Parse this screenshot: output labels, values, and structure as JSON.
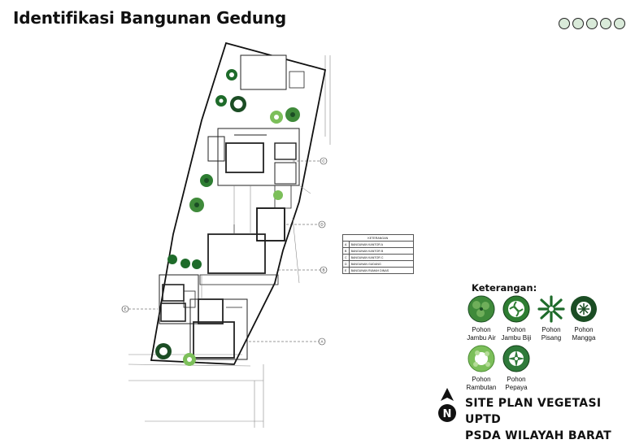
{
  "header": {
    "title": "Identifikasi Bangunan Gedung",
    "page_dots": 5
  },
  "plan": {
    "table_title": "KETERANGAN",
    "buildings": [
      {
        "code": "A",
        "name": "BANGUNAN KANTOR A"
      },
      {
        "code": "B",
        "name": "BANGUNAN KANTOR B"
      },
      {
        "code": "C",
        "name": "BANGUNAN KANTOR C"
      },
      {
        "code": "D",
        "name": "BANGUNAN GUDANG"
      },
      {
        "code": "E",
        "name": "BANGUNAN RUMAH DINAS"
      }
    ],
    "markers": [
      "C",
      "D",
      "B",
      "E",
      "A"
    ]
  },
  "legend": {
    "title": "Keterangan:",
    "trees": [
      {
        "line1": "Pohon",
        "line2": "Jambu Air",
        "color": "#3f8a3a",
        "icon": "jambu-air-tree-icon"
      },
      {
        "line1": "Pohon",
        "line2": "Jambu Biji",
        "color": "#2e7d32",
        "icon": "jambu-biji-tree-icon"
      },
      {
        "line1": "Pohon",
        "line2": "Pisang",
        "color": "#1e6b2a",
        "icon": "pisang-tree-icon"
      },
      {
        "line1": "Pohon",
        "line2": "Mangga",
        "color": "#1b4d24",
        "icon": "mangga-tree-icon"
      },
      {
        "line1": "Pohon",
        "line2": "Rambutan",
        "color": "#7cbf5a",
        "icon": "rambutan-tree-icon"
      },
      {
        "line1": "Pohon",
        "line2": "Pepaya",
        "color": "#2f7a3a",
        "icon": "pepaya-tree-icon"
      }
    ]
  },
  "site_title": {
    "line1": "SITE PLAN VEGETASI UPTD",
    "line2": "PSDA WILAYAH BARAT",
    "north_letter": "N"
  }
}
